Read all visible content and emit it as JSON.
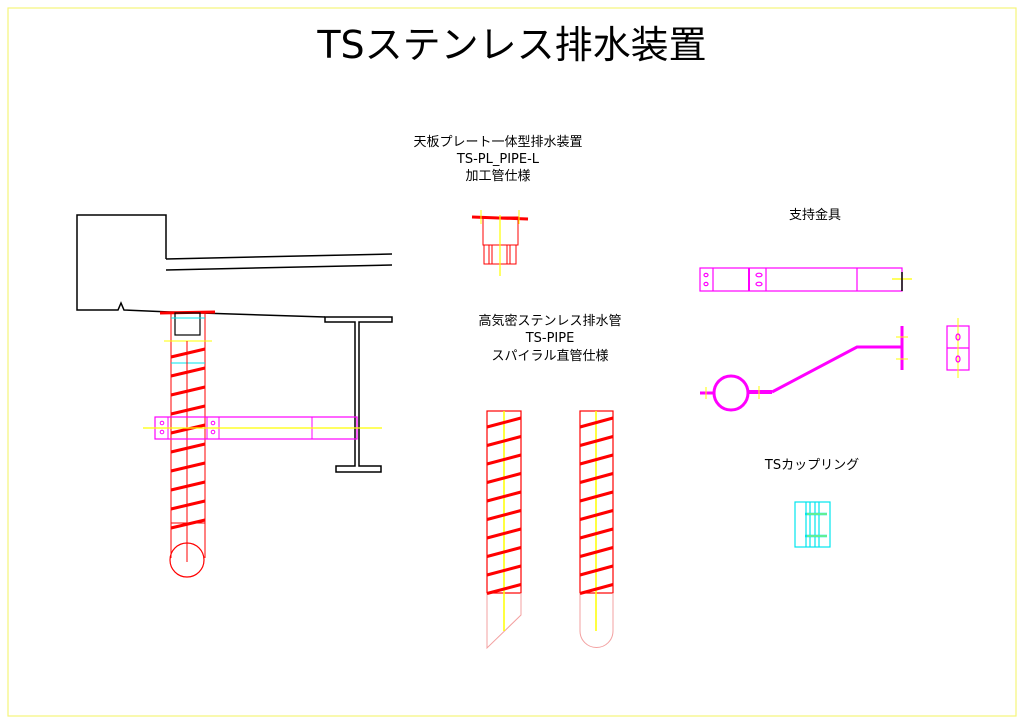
{
  "title": "TSステンレス排水装置",
  "plate_unit": {
    "line1": "天板プレート一体型排水装置",
    "line2": "TS-PL_PIPE-L",
    "line3": "加工管仕様"
  },
  "pipe": {
    "line1": "高気密ステンレス排水管",
    "line2": "TS-PIPE",
    "line3": "スパイラル直管仕様"
  },
  "bracket": {
    "label": "支持金具"
  },
  "coupling": {
    "label": "TSカップリング"
  },
  "colors": {
    "pipe": "#ff0000",
    "bracket": "#ff00ff",
    "center": "#ffff00",
    "coupling": "#00e5ee",
    "structure": "#000000",
    "frame": "#f5f57a"
  }
}
